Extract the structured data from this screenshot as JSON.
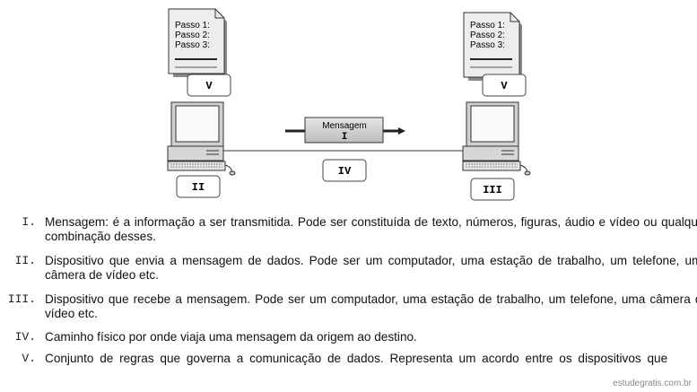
{
  "diagram": {
    "doc_lines": [
      "Passo 1:",
      "Passo 2:",
      "Passo 3:"
    ],
    "label_v": "V",
    "label_sender": "II",
    "label_receiver": "III",
    "label_path": "IV",
    "message_title": "Mensagem",
    "message_num": "I"
  },
  "items": [
    {
      "num": "I.",
      "text": "Mensagem: é a informação a ser transmitida. Pode ser constituída de texto, números, figuras, áudio e vídeo ou qualquer combinação desses."
    },
    {
      "num": "II.",
      "text": "Dispositivo que envia a mensagem de dados. Pode ser um computador, uma estação de trabalho, um telefone, uma câmera de vídeo etc."
    },
    {
      "num": "III.",
      "text": "Dispositivo que recebe a mensagem. Pode ser um computador, uma estação de trabalho, um telefone, uma câmera de vídeo etc."
    },
    {
      "num": "IV.",
      "text": "Caminho físico por onde viaja uma mensagem da origem ao destino."
    },
    {
      "num": "V.",
      "text": "Conjunto de regras que governa a comunicação de dados. Representa um acordo entre os dispositivos que"
    }
  ],
  "watermark": "estudegratis.com.br"
}
